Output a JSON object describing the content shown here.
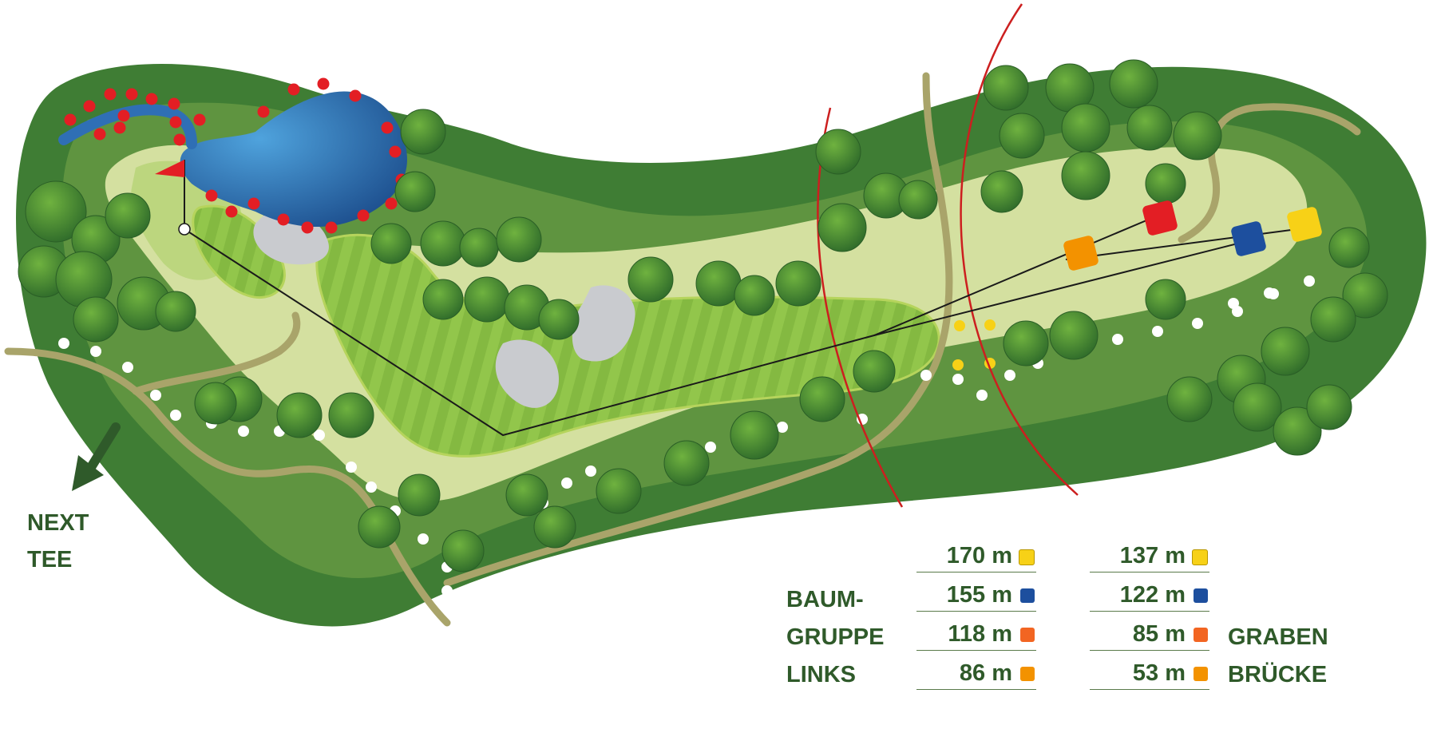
{
  "labels": {
    "next_tee": [
      "NEXT",
      "TEE"
    ],
    "left_note": [
      "BAUM-",
      "GRUPPE",
      "LINKS"
    ],
    "right_note": [
      "GRABEN",
      "BRÜCKE"
    ]
  },
  "tees": [
    {
      "name": "red-tee",
      "color": "#e31e24"
    },
    {
      "name": "orange-tee",
      "color": "#f39200"
    },
    {
      "name": "blue-tee",
      "color": "#1d4f9e"
    },
    {
      "name": "yellow-tee",
      "color": "#f7d117"
    }
  ],
  "distances": {
    "baumgruppe": [
      {
        "value": "170 m",
        "color": "#f7d117"
      },
      {
        "value": "155 m",
        "color": "#1d4f9e"
      },
      {
        "value": "118 m",
        "color": "#f26522"
      },
      {
        "value": "86 m",
        "color": "#f39200"
      }
    ],
    "graben": [
      {
        "value": "137 m",
        "color": "#f7d117"
      },
      {
        "value": "122 m",
        "color": "#1d4f9e"
      },
      {
        "value": "85 m",
        "color": "#f26522"
      },
      {
        "value": "53 m",
        "color": "#f39200"
      }
    ]
  },
  "colors": {
    "rough": "#3f7d34",
    "semi_rough": "#5f9440",
    "light_rough": "#d4e0a0",
    "fairway": "#8fc24a",
    "water": "#2f6fb5",
    "path": "#a9a46a",
    "bunker": "#c9cbcf",
    "flag": "#e31e24",
    "hazard_dots": "#e31e24",
    "ditch_line": "#cc1f1f"
  },
  "icons": [
    "flag-icon",
    "arrow-icon",
    "tree-icon"
  ]
}
